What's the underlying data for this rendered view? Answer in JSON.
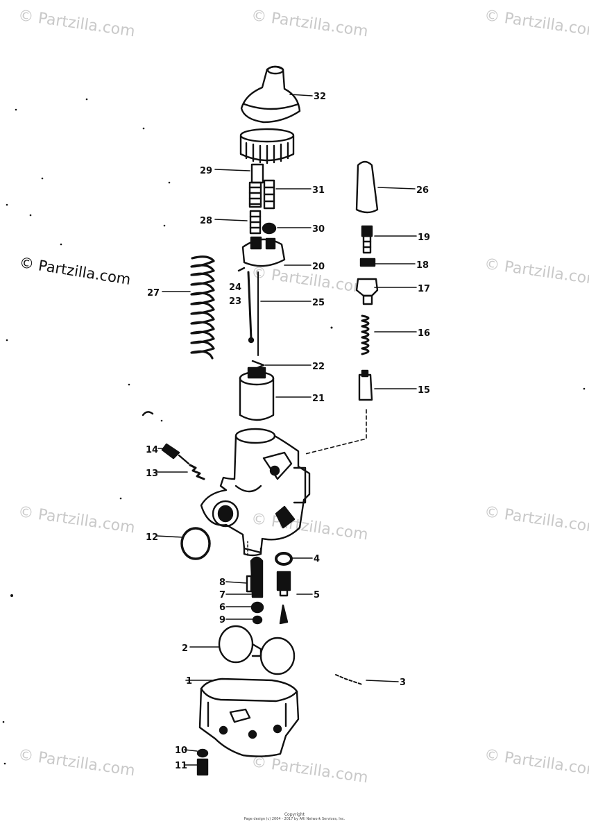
{
  "watermark_text": "© Partzilla.com",
  "watermark_text_dark": "© Partzilla.com",
  "footer_line1": "Copyright",
  "footer_line2": "Page design (c) 2004 - 2017 by ARI Network Services, Inc.",
  "callouts": [
    "1",
    "2",
    "3",
    "4",
    "5",
    "6",
    "7",
    "8",
    "9",
    "10",
    "11",
    "12",
    "13",
    "14",
    "15",
    "16",
    "17",
    "18",
    "19",
    "20",
    "21",
    "22",
    "23",
    "24",
    "25",
    "26",
    "27",
    "28",
    "29",
    "30",
    "31",
    "32"
  ],
  "colors": {
    "ink": "#111111",
    "watermark": "#c9c9c9",
    "paper": "#ffffff"
  }
}
